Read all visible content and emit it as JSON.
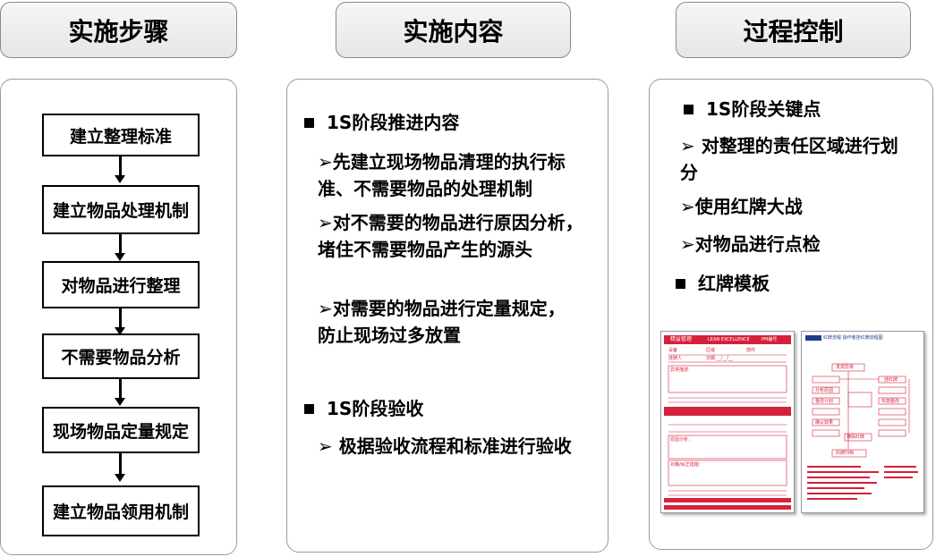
{
  "headers": {
    "steps": "实施步骤",
    "content": "实施内容",
    "control": "过程控制"
  },
  "steps": [
    "建立整理标准",
    "建立物品处理机制",
    "对物品进行整理",
    "不需要物品分析",
    "现场物品定量规定",
    "建立物品领用机制"
  ],
  "content": {
    "title1": "1S阶段推进内容",
    "items1": [
      "➢先建立现场物品清理的执行标准、不需要物品的处理机制",
      "➢对不需要的物品进行原因分析，堵住不需要物品产生的源头",
      "➢对需要的物品进行定量规定，防止现场过多放置"
    ],
    "title2": "1S阶段验收",
    "items2": [
      "➢ 极据验收流程和标准进行验收"
    ]
  },
  "control": {
    "title1": "1S阶段关键点",
    "items": [
      "➢ 对整理的责任区域进行划分",
      "➢使用红牌大战",
      "➢对物品进行点检"
    ],
    "title2": "红牌模板"
  },
  "template_card": {
    "brand": "精益管理",
    "brand_en": "LEAN EXCELLENCE",
    "pm_label": "PM编号",
    "fields": [
      "设备",
      "区域",
      "部件",
      "挂牌人",
      "日期 __/__/__"
    ],
    "desc_label": "异常描述：",
    "analysis_label": "原因分析：",
    "measure_label": "对策/纠正措施："
  },
  "template_flow": {
    "header": "红牌流程 操作者挂红牌流程图",
    "nodes": [
      "发现异常",
      "挂红牌",
      "分析原因",
      "整改计划",
      "实施整改",
      "确认效果",
      "摘除红牌",
      "红牌归档"
    ]
  },
  "colors": {
    "red": "#d6213b",
    "stroke": "#000000",
    "border": "#9a9a9a"
  }
}
